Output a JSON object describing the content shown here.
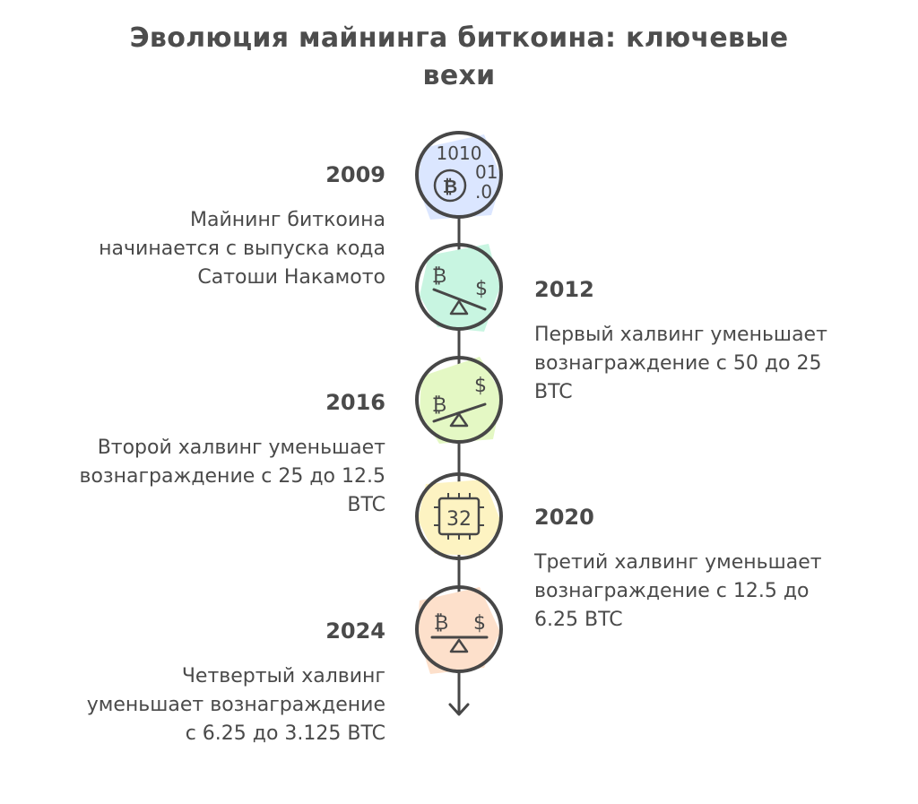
{
  "title": {
    "line1": "Эволюция майнинга биткоина: ключевые",
    "line2": "вехи"
  },
  "timeline": {
    "line_color": "#474747",
    "events": [
      {
        "year": "2009",
        "side": "left",
        "icon": "bitcoin-binary-code-icon",
        "icon_text": [
          "1010",
          "01",
          "0"
        ],
        "fill_color": "#dbe6ff",
        "description": [
          "Майнинг биткоина",
          "начинается с выпуска кода",
          "Сатоши Накамото"
        ]
      },
      {
        "year": "2012",
        "side": "right",
        "icon": "bitcoin-dollar-scale-icon",
        "fill_color": "#c8f5e1",
        "description": [
          "Первый халвинг уменьшает",
          "вознаграждение с 50 до 25",
          "BTC"
        ]
      },
      {
        "year": "2016",
        "side": "left",
        "icon": "bitcoin-dollar-scale-icon",
        "fill_color": "#e4f8c4",
        "description": [
          "Второй халвинг уменьшает",
          "вознаграждение с 25 до 12.5",
          "BTC"
        ]
      },
      {
        "year": "2020",
        "side": "right",
        "icon": "chip-32-icon",
        "icon_text": [
          "32"
        ],
        "fill_color": "#fdf3c2",
        "description": [
          "Третий халвинг уменьшает",
          "вознаграждение с 12.5 до",
          "6.25 BTC"
        ]
      },
      {
        "year": "2024",
        "side": "left",
        "icon": "balanced-scale-icon",
        "fill_color": "#fde0cb",
        "description": [
          "Четвертый халвинг",
          "уменьшает вознаграждение",
          "с 6.25 до 3.125 BTC"
        ]
      }
    ]
  }
}
